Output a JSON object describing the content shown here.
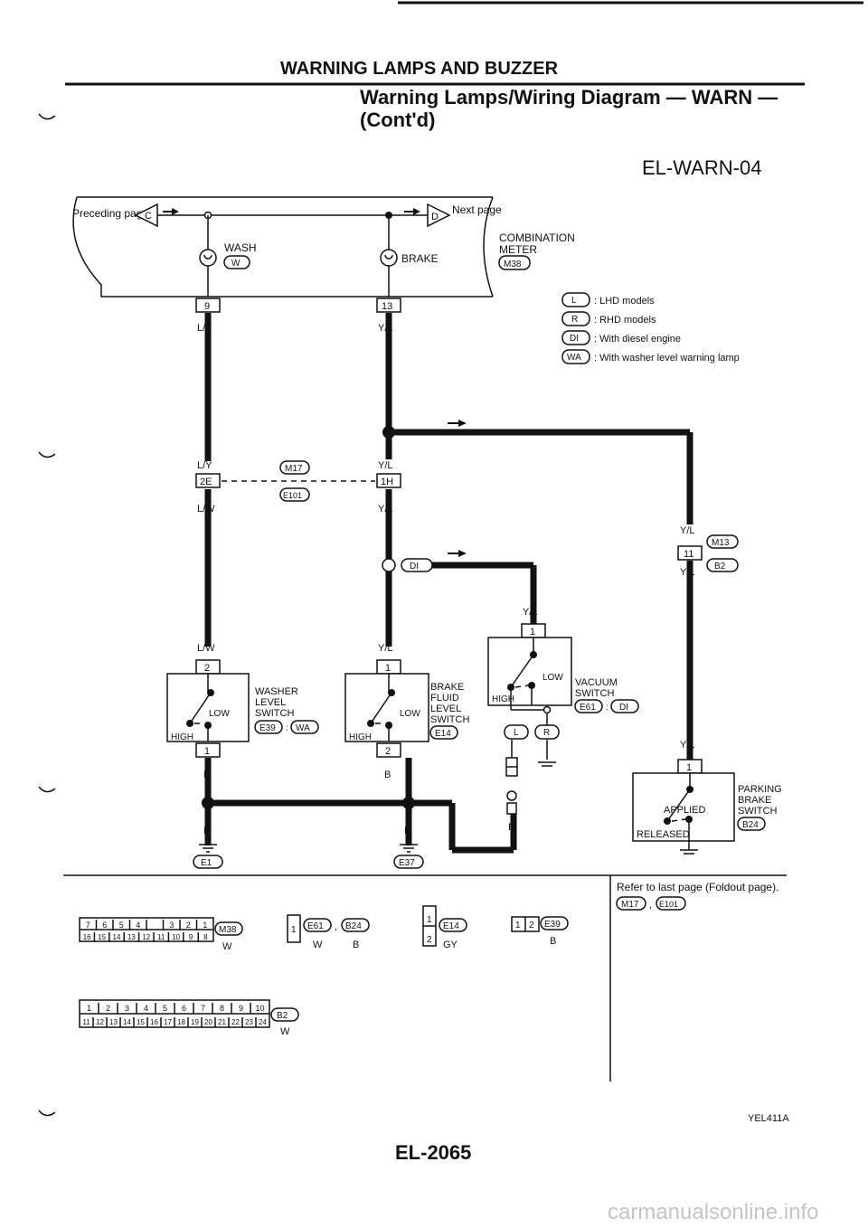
{
  "header": {
    "section_title": "WARNING LAMPS AND BUZZER",
    "subtitle_line1": "Warning Lamps/Wiring Diagram — WARN —",
    "subtitle_line2": "(Cont'd)",
    "diagram_code": "EL-WARN-04"
  },
  "combination_meter": {
    "preceding_page": "Preceding page",
    "next_page": "Next page",
    "prev_tag": "C",
    "next_tag": "D",
    "wash_label": "WASH",
    "wash_tag": "W",
    "brake_label": "BRAKE",
    "name_line1": "COMBINATION",
    "name_line2": "METER",
    "connector": "M38",
    "pin_wash": "9",
    "pin_brake": "13"
  },
  "legend": [
    {
      "tag": "L",
      "text": ": LHD models"
    },
    {
      "tag": "R",
      "text": ": RHD models"
    },
    {
      "tag": "DI",
      "text": ": With diesel engine"
    },
    {
      "tag": "WA",
      "text": ": With washer level warning lamp"
    }
  ],
  "wires": {
    "ly": "L/Y",
    "yl": "Y/L",
    "lw": "L/W",
    "b": "B"
  },
  "joint_connectors": {
    "m17": "M17",
    "e101": "E101",
    "pin_2e": "2E",
    "pin_1h": "1H",
    "m13": "M13",
    "b2": "B2",
    "pin_11": "11",
    "di_tag": "DI"
  },
  "components": {
    "washer": {
      "line1": "WASHER",
      "line2": "LEVEL",
      "line3": "SWITCH",
      "connector": "E39",
      "tag": "WA",
      "low": "LOW",
      "high": "HIGH",
      "pin_top": "2",
      "pin_bottom": "1"
    },
    "brake_fluid": {
      "line1": "BRAKE",
      "line2": "FLUID",
      "line3": "LEVEL",
      "line4": "SWITCH",
      "connector": "E14",
      "low": "LOW",
      "high": "HIGH",
      "pin_top": "1",
      "pin_bottom": "2"
    },
    "vacuum": {
      "line1": "VACUUM",
      "line2": "SWITCH",
      "connector": "E61",
      "tag": "DI",
      "low": "LOW",
      "high": "HIGH",
      "pin_top": "1",
      "tag_l": "L",
      "tag_r": "R"
    },
    "parking": {
      "line1": "PARKING",
      "line2": "BRAKE",
      "line3": "SWITCH",
      "connector": "B24",
      "applied": "APPLIED",
      "released": "RELEASED",
      "pin_top": "1"
    }
  },
  "grounds": {
    "e1": "E1",
    "e37": "E37"
  },
  "refer": {
    "text": "Refer to last page (Foldout page).",
    "c1": "M17",
    "c2": "E101"
  },
  "connector_views": {
    "m38_top": [
      "7",
      "6",
      "5",
      "4",
      "",
      "3",
      "2",
      "1"
    ],
    "m38_bottom": [
      "16",
      "15",
      "14",
      "13",
      "12",
      "11",
      "10",
      "9",
      "8"
    ],
    "m38_name": "M38",
    "m38_color": "W",
    "e61_b24_pin": "1",
    "e61_name": "E61",
    "b24_name": "B24",
    "e61_color": "W",
    "b24_color": "B",
    "e14_pins": [
      "1",
      "2"
    ],
    "e14_name": "E14",
    "e14_color": "GY",
    "e39_pins": [
      "1",
      "2"
    ],
    "e39_name": "E39",
    "e39_color": "B",
    "b2_top": [
      "1",
      "2",
      "3",
      "4",
      "5",
      "6",
      "7",
      "8",
      "9",
      "10"
    ],
    "b2_bottom": [
      "11",
      "12",
      "13",
      "14",
      "15",
      "16",
      "17",
      "18",
      "19",
      "20",
      "21",
      "22",
      "23",
      "24"
    ],
    "b2_name": "B2",
    "b2_color": "W"
  },
  "footer": {
    "figure_code": "YEL411A",
    "page_number": "EL-2065",
    "watermark": "carmanualsonline.info"
  }
}
